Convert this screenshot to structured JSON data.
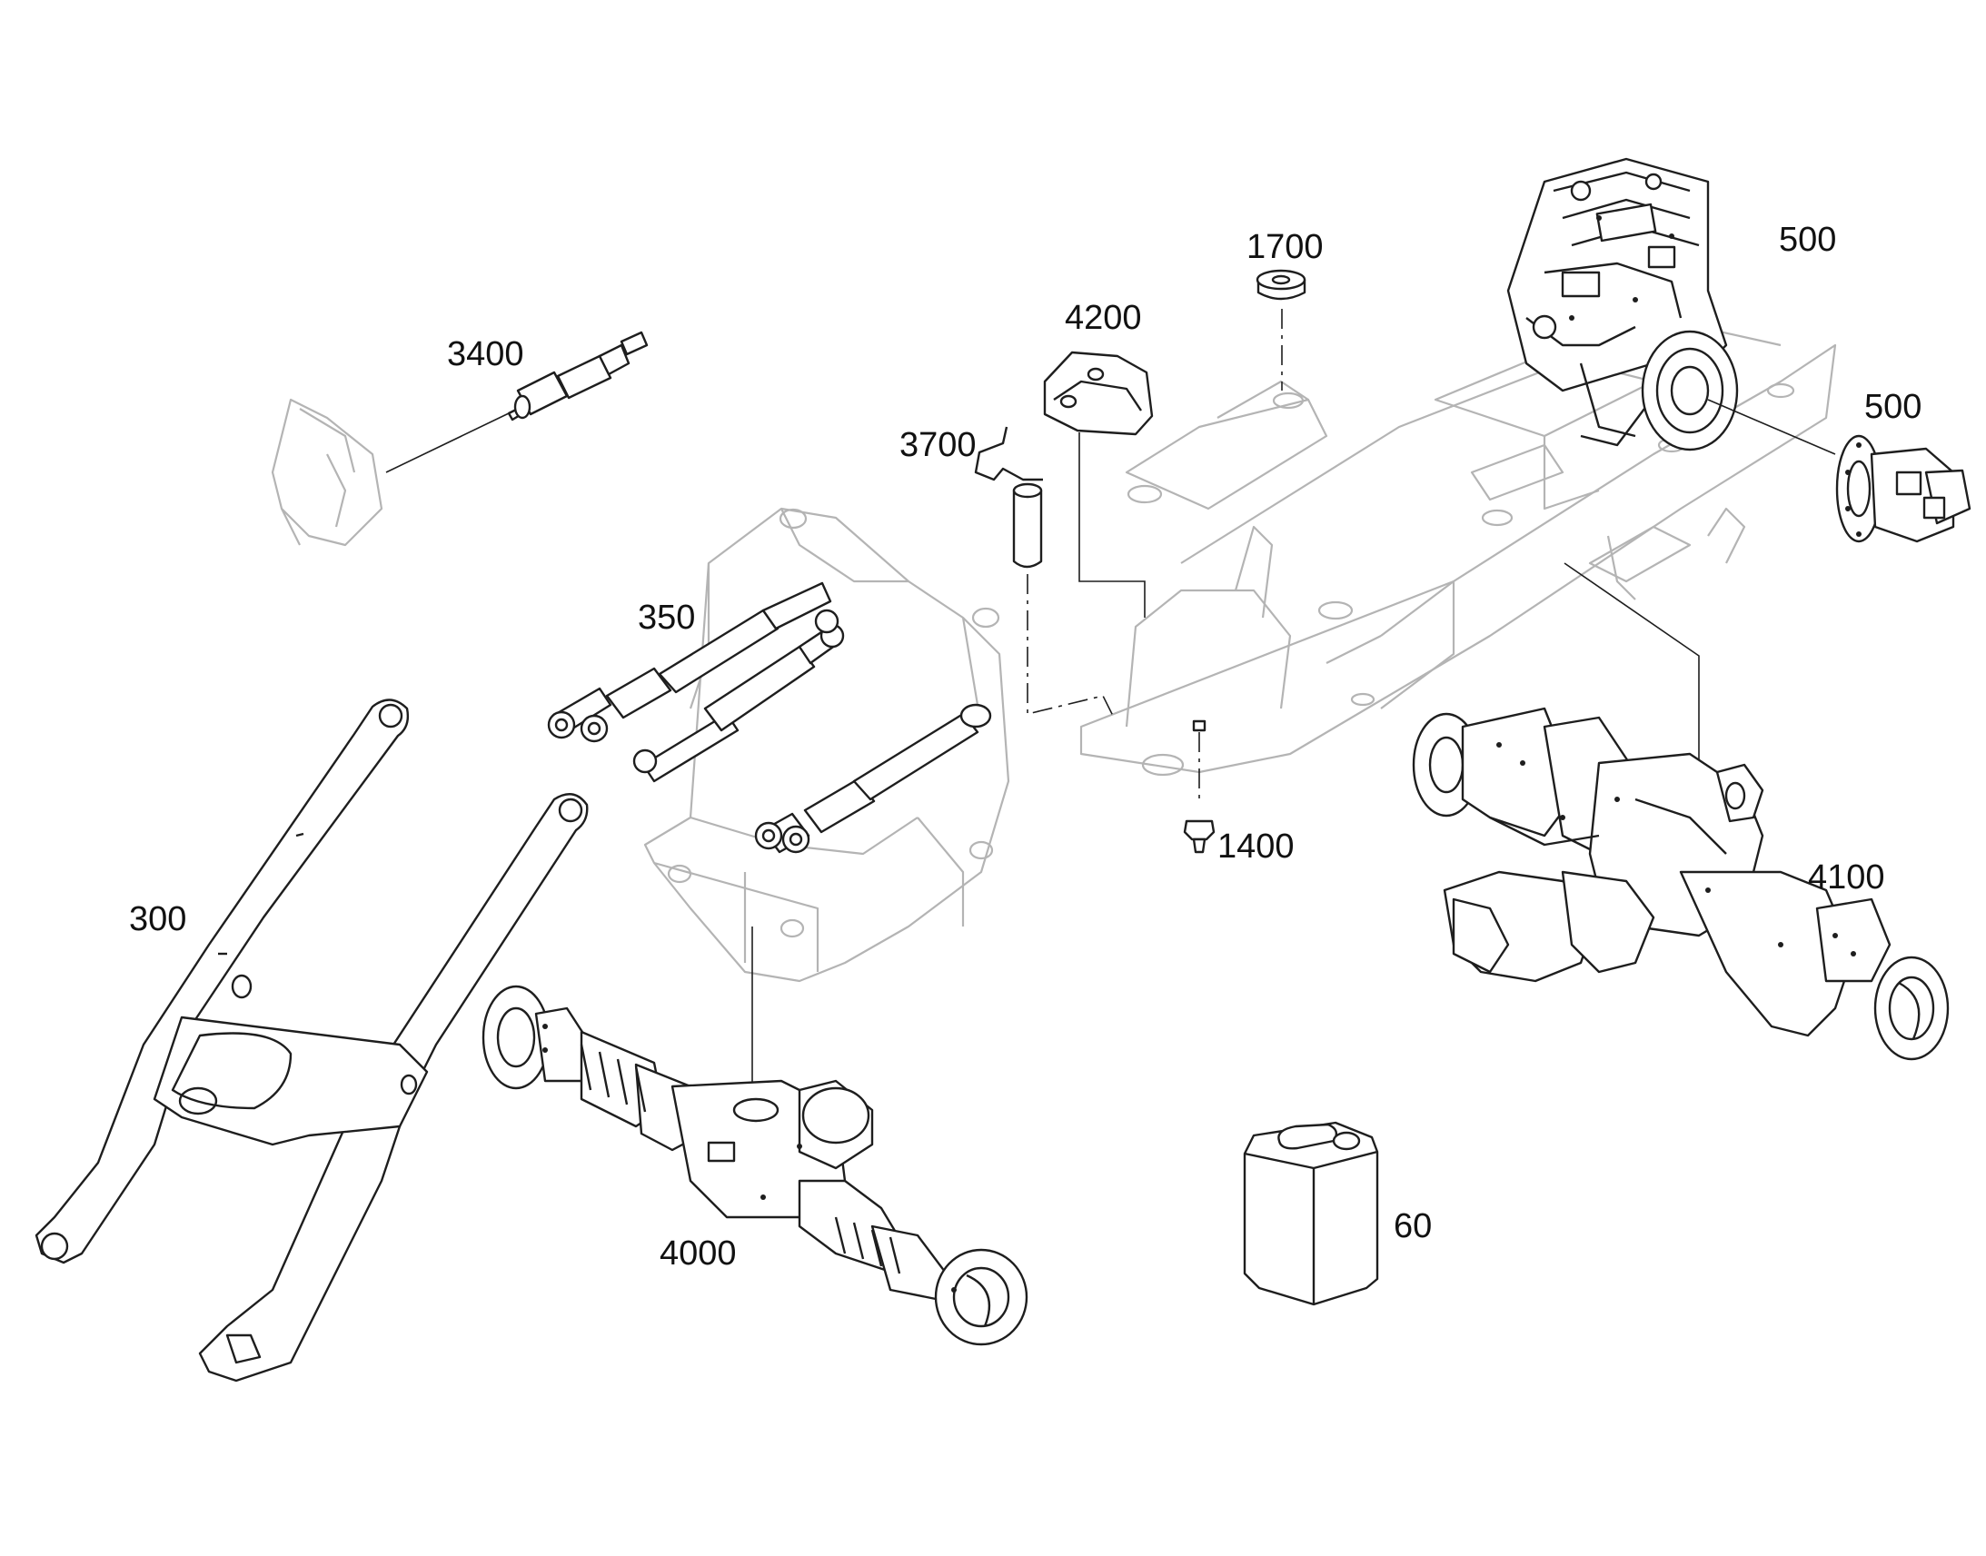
{
  "callouts": {
    "p3400": "3400",
    "p1700": "1700",
    "p500a": "500",
    "p4200": "4200",
    "p500b": "500",
    "p3700": "3700",
    "p350": "350",
    "p1400": "1400",
    "p300": "300",
    "p4100": "4100",
    "p4000": "4000",
    "p60": "60"
  },
  "colors": {
    "ink": "#1e1e1e",
    "ghost": "#b4b4b4",
    "background": "#ffffff"
  }
}
